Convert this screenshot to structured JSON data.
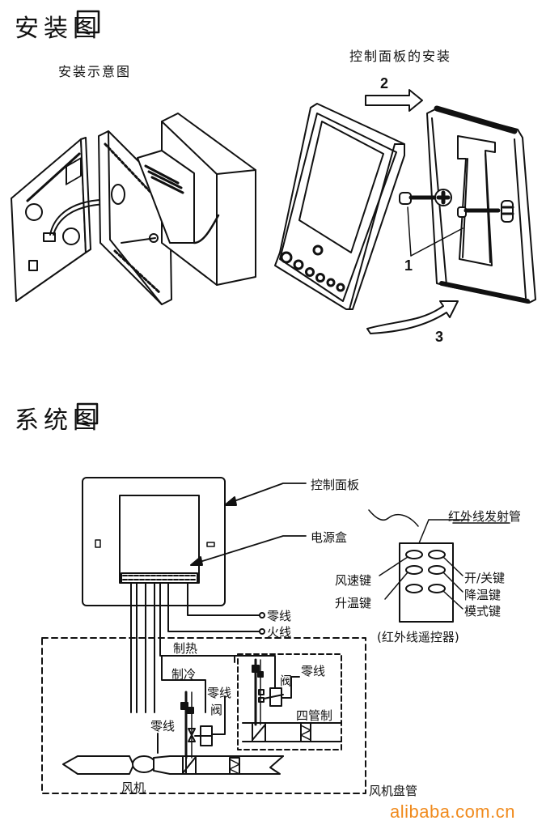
{
  "installation": {
    "title": "安装图",
    "exploded_view_caption": "安装示意图",
    "panel_install_caption": "控制面板的安装",
    "step_labels": [
      "1",
      "2",
      "3"
    ]
  },
  "system": {
    "title": "系统图",
    "labels": {
      "control_panel": "控制面板",
      "power_box": "电源盒",
      "neutral_line": "零线",
      "live_line": "火线",
      "heating": "制热",
      "cooling": "制冷",
      "valve": "阀",
      "neutral_valve": "零线",
      "fan_neutral": "零线",
      "four_pipe_neutral": "零线",
      "four_pipe_valve": "阀",
      "four_pipe": "四管制",
      "fan": "风机",
      "fan_coil": "风机盘管"
    },
    "remote": {
      "ir_emitter": "红外线发射管",
      "caption": "(红外线遥控器)",
      "left_keys": [
        "风速键",
        "升温键"
      ],
      "right_keys": [
        "开/关键",
        "降温键",
        "模式键"
      ]
    }
  },
  "watermark": "alibaba.com.cn",
  "colors": {
    "ink": "#111111",
    "watermark": "#f08a1c"
  }
}
